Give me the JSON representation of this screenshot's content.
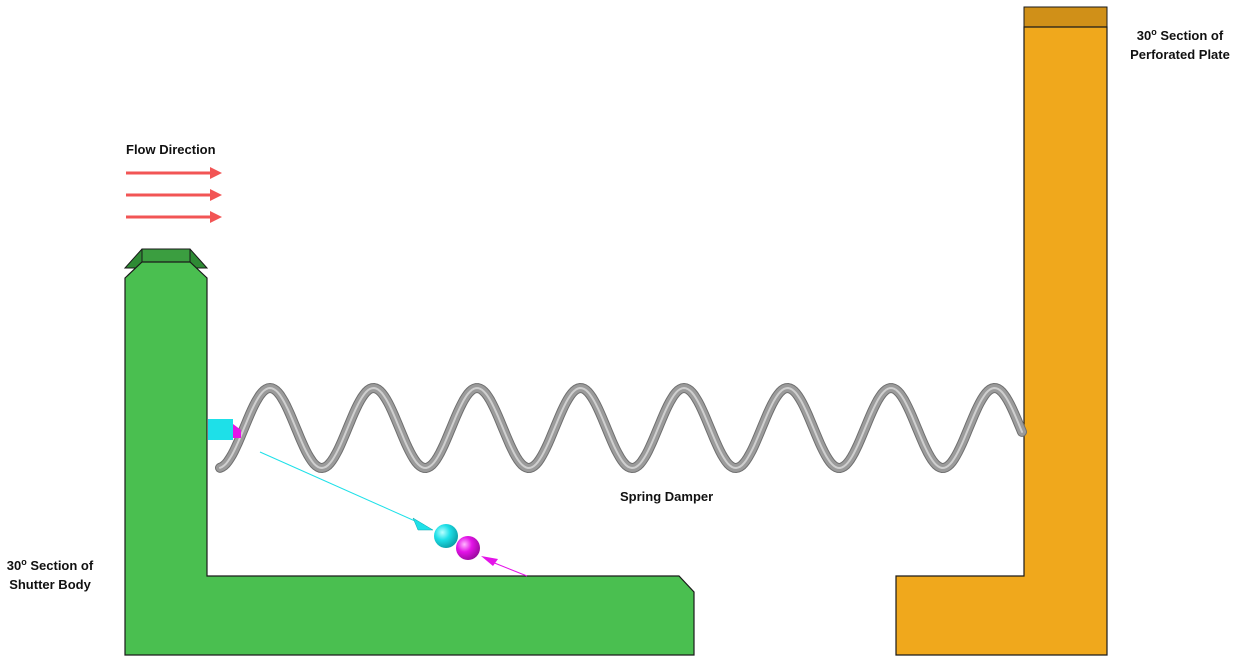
{
  "labels": {
    "flow_direction": "Flow Direction",
    "spring_damper": "Spring Damper",
    "perforated_plate": {
      "degree_num": "30",
      "degree_sup": "o",
      "line1_rest": " Section of",
      "line2": "Perforated Plate"
    },
    "shutter_body": {
      "degree_num": "30",
      "degree_sup": "o",
      "line1_rest": " Section of",
      "line2": "Shutter Body"
    }
  },
  "colors": {
    "shutter_body": "#4abf50",
    "shutter_body_dark": "#2e8a34",
    "perforated_plate": "#f0a81c",
    "perforated_plate_dark": "#d09018",
    "flow_arrow": "#f25555",
    "spring": "#9b9b9b",
    "spring_highlight": "#cfcfcf",
    "marker_cyan": "#1ee0e8",
    "marker_magenta": "#e414e8"
  }
}
